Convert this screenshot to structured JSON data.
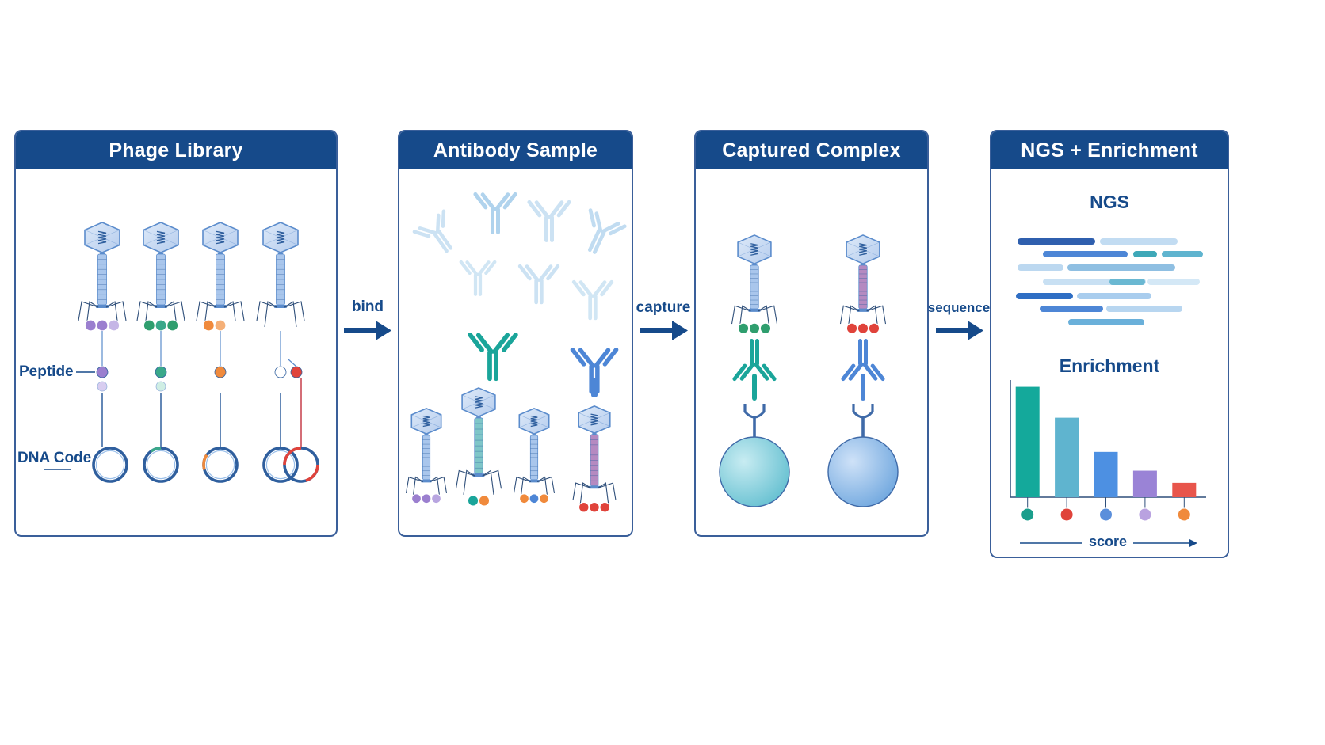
{
  "panels": [
    {
      "title": "Phage Library"
    },
    {
      "title": "Antibody Sample"
    },
    {
      "title": "Captured Complex"
    },
    {
      "title": "NGS + Enrichment"
    }
  ],
  "arrows": {
    "bind": "bind",
    "capture": "capture",
    "sequence": "sequence"
  },
  "library_labels": {
    "peptide": "Peptide",
    "dna_code": "DNA Code"
  },
  "ngs": {
    "title": "NGS"
  },
  "enrichment": {
    "title": "Enrichment",
    "axis_label": "score"
  },
  "colors": {
    "header": "#164a8a",
    "phage": "#5b8ccc",
    "phage_light": "#c9dcf3",
    "teal": "#1aa59a",
    "green": "#2f9e6e",
    "red": "#e0433b",
    "orange": "#f08a3c",
    "purple": "#9b7fcf",
    "blue": "#4d86d6"
  },
  "chart_data": {
    "type": "bar",
    "categories": [
      "teal",
      "red",
      "blue",
      "purple",
      "orange"
    ],
    "values": [
      100,
      72,
      41,
      24,
      13
    ],
    "bar_colors": [
      "#14a99b",
      "#5fb4cf",
      "#4d90e2",
      "#9a83d6",
      "#e8554b"
    ],
    "dot_colors": [
      "#1a9e8c",
      "#e0433b",
      "#5b8fdb",
      "#b9a2e0",
      "#f08a3c"
    ],
    "ylim": [
      0,
      110
    ]
  }
}
